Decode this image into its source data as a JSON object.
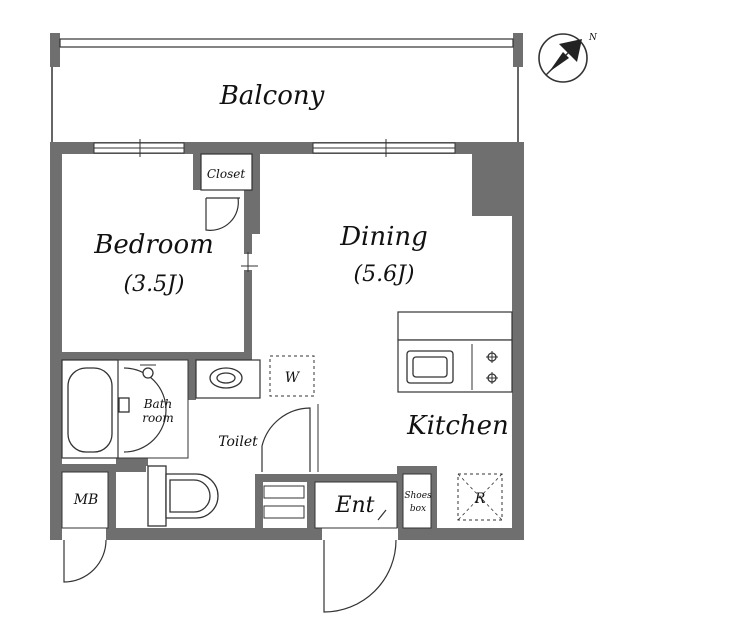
{
  "plan": {
    "rooms": {
      "balcony": "Balcony",
      "bedroom": "Bedroom",
      "bedroom_size": "(3.5J)",
      "dining": "Dining",
      "dining_size": "(5.6J)",
      "kitchen": "Kitchen",
      "closet": "Closet",
      "bathroom_line1": "Bath",
      "bathroom_line2": "room",
      "toilet": "Toilet",
      "washer": "W",
      "meter_box": "MB",
      "entrance": "Ent",
      "shoes_line1": "Shoes",
      "shoes_line2": "box",
      "fridge": "R"
    },
    "compass": {
      "north_label": "N"
    },
    "colors": {
      "wall": "#6f6f6f",
      "line": "#333333",
      "background": "#ffffff"
    }
  }
}
